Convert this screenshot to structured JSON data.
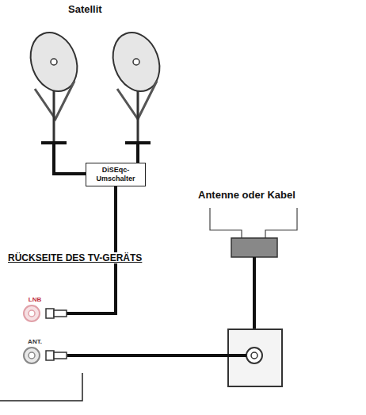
{
  "diagram": {
    "nodes": [
      {
        "text": [
          "DiSEqc- Umschalter"
        ]
      },
      {
        "text": [
          "LNB"
        ]
      },
      {
        "text": [
          "ANT."
        ]
      }
    ],
    "edges": [
      {
        "from": 0,
        "to": 1,
        "arrow": "none"
      }
    ],
    "labels": [
      "Satellit",
      "Antenne oder Kabel",
      "RÜCKSEITE DES TV-GERÄTS"
    ]
  }
}
